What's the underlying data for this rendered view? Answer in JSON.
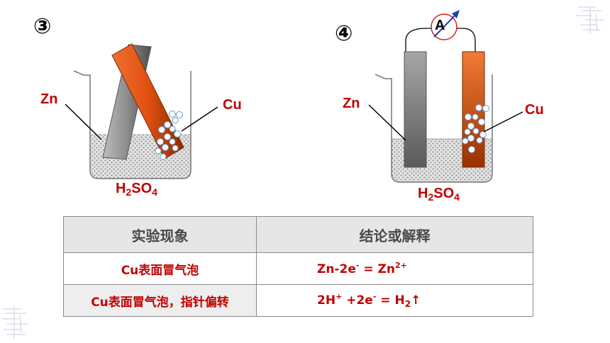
{
  "panel3": {
    "number": "③",
    "left_label": "Zn",
    "right_label": "Cu",
    "electrolyte": {
      "base": "H",
      "sub1": "2",
      "mid": "SO",
      "sub2": "4"
    }
  },
  "panel4": {
    "number": "④",
    "left_label": "Zn",
    "right_label": "Cu",
    "meter": "A",
    "electrolyte": {
      "base": "H",
      "sub1": "2",
      "mid": "SO",
      "sub2": "4"
    }
  },
  "table": {
    "headers": [
      "实验现象",
      "结论或解释"
    ],
    "rows": [
      {
        "phenomenon": "Cu表面冒气泡",
        "explanation": {
          "a": "Zn-2e",
          "a_sup": "-",
          "b": " = Zn",
          "b_sup": "2+"
        }
      },
      {
        "phenomenon": "Cu表面冒气泡，指针偏转",
        "explanation": {
          "a": "2H",
          "a_sup": "+",
          "b": " +2e",
          "b_sup": "-",
          "c": " =  H",
          "c_sub": "2",
          "d": "↑"
        }
      }
    ]
  },
  "colors": {
    "label_red": "#c00000",
    "copper": "#e05010",
    "zinc": "#808080",
    "solution": "#dcdcdc",
    "meter_ring": "#cc2222",
    "arrow_blue": "#1a3fb0"
  }
}
